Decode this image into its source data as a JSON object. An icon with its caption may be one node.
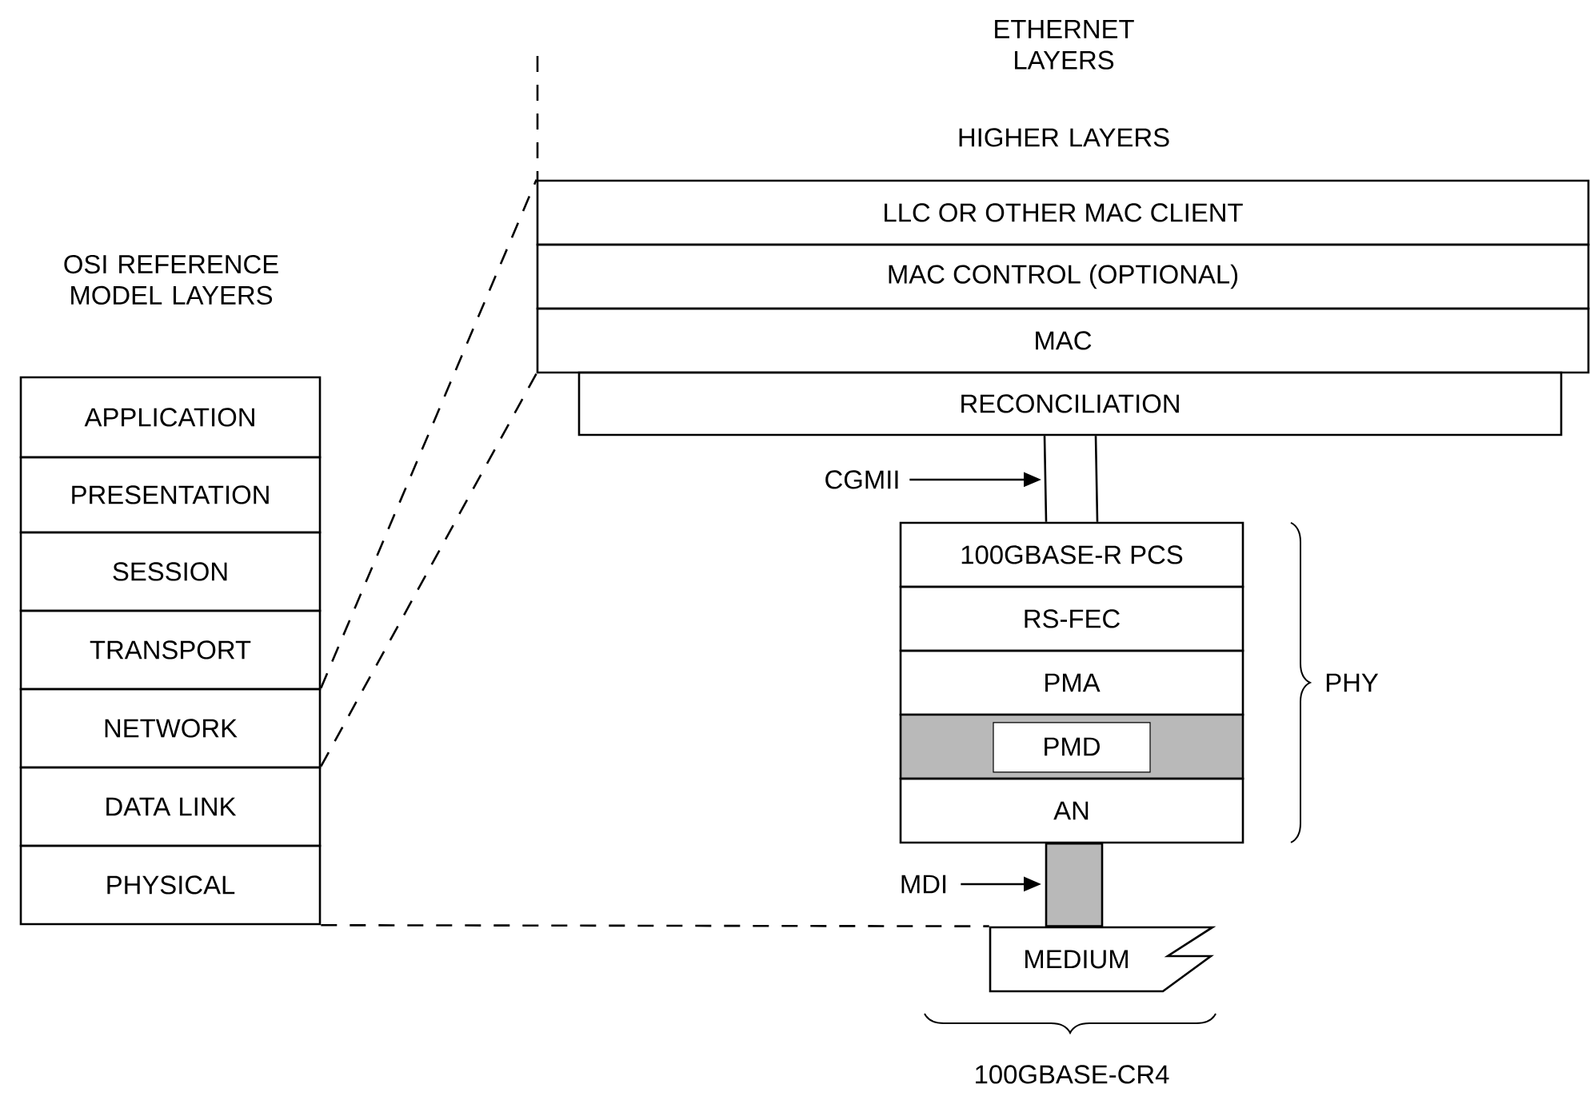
{
  "diagram": {
    "nodes": [
      {
        "text": [
          "APPLICATION"
        ]
      },
      {
        "text": [
          "PRESENTATION"
        ]
      },
      {
        "text": [
          "SESSION"
        ]
      },
      {
        "text": [
          "TRANSPORT"
        ]
      },
      {
        "text": [
          "NETWORK"
        ]
      },
      {
        "text": [
          "DATA LINK"
        ]
      },
      {
        "text": [
          "PHYSICAL"
        ]
      },
      {
        "text": [
          "LLC OR OTHER MAC CLIENT"
        ]
      },
      {
        "text": [
          "MAC CONTROL (OPTIONAL)"
        ]
      },
      {
        "text": [
          "MAC"
        ]
      },
      {
        "text": [
          "RECONCILIATION"
        ]
      },
      {
        "text": [
          "100GBASE-R PCS"
        ]
      },
      {
        "text": [
          "RS-FEC"
        ]
      },
      {
        "text": [
          "PMA"
        ]
      },
      {
        "text": [
          "PMD"
        ]
      },
      {
        "text": [
          "AN"
        ]
      },
      {
        "text": [
          "MEDIUM"
        ]
      },
      {
        "text": [
          "CGMII"
        ]
      },
      {
        "text": [
          "MDI"
        ]
      }
    ],
    "edges": [
      {
        "from": 10,
        "to": 11,
        "arrow": "none"
      },
      {
        "from": 15,
        "to": 16,
        "arrow": "none"
      },
      {
        "from": 17,
        "to": null,
        "arrow": "to"
      },
      {
        "from": 18,
        "to": null,
        "arrow": "to"
      },
      {
        "from": 4,
        "to": 7,
        "arrow": "none",
        "style": "dashed"
      },
      {
        "from": 5,
        "to": 9,
        "arrow": "none",
        "style": "dashed"
      },
      {
        "from": 6,
        "to": 16,
        "arrow": "none",
        "style": "dashed"
      }
    ],
    "labels": [
      "ETHERNET LAYERS",
      "HIGHER LAYERS",
      "OSI REFERENCE MODEL LAYERS",
      "PHY",
      "100GBASE-CR4"
    ]
  }
}
